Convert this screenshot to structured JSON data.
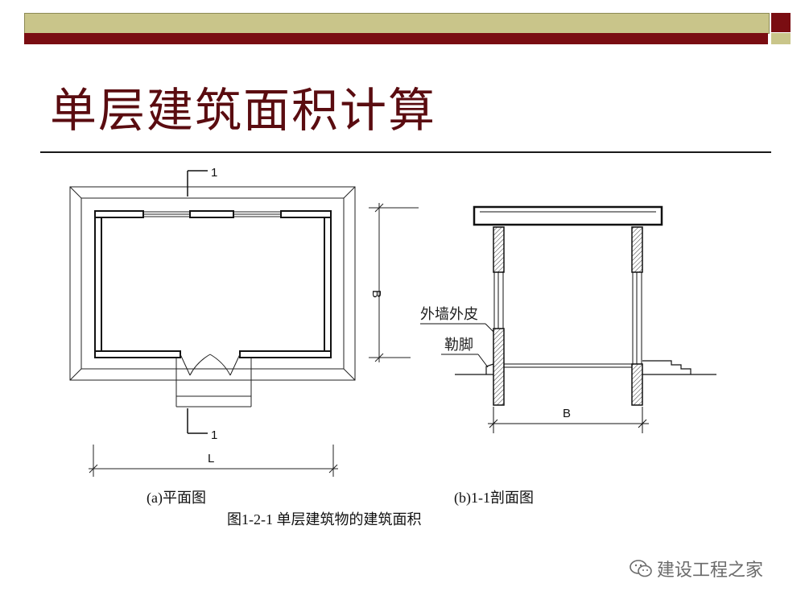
{
  "title": "单层建筑面积计算",
  "colors": {
    "olive": "#c9c58a",
    "maroon": "#7a0d12",
    "title": "#5a0c10"
  },
  "plan": {
    "section_mark_top": "1",
    "section_mark_bottom": "1",
    "dim_width": "L",
    "dim_depth": "B"
  },
  "section": {
    "label_outer_wall": "外墙外皮",
    "label_plinth": "勒脚",
    "dim_width": "B"
  },
  "captions": {
    "plan": "(a)平面图",
    "section": "(b)1-1剖面图",
    "figure": "图1-2-1  单层建筑物的建筑面积"
  },
  "watermark": {
    "icon": "wechat-icon",
    "text": "建设工程之家"
  }
}
